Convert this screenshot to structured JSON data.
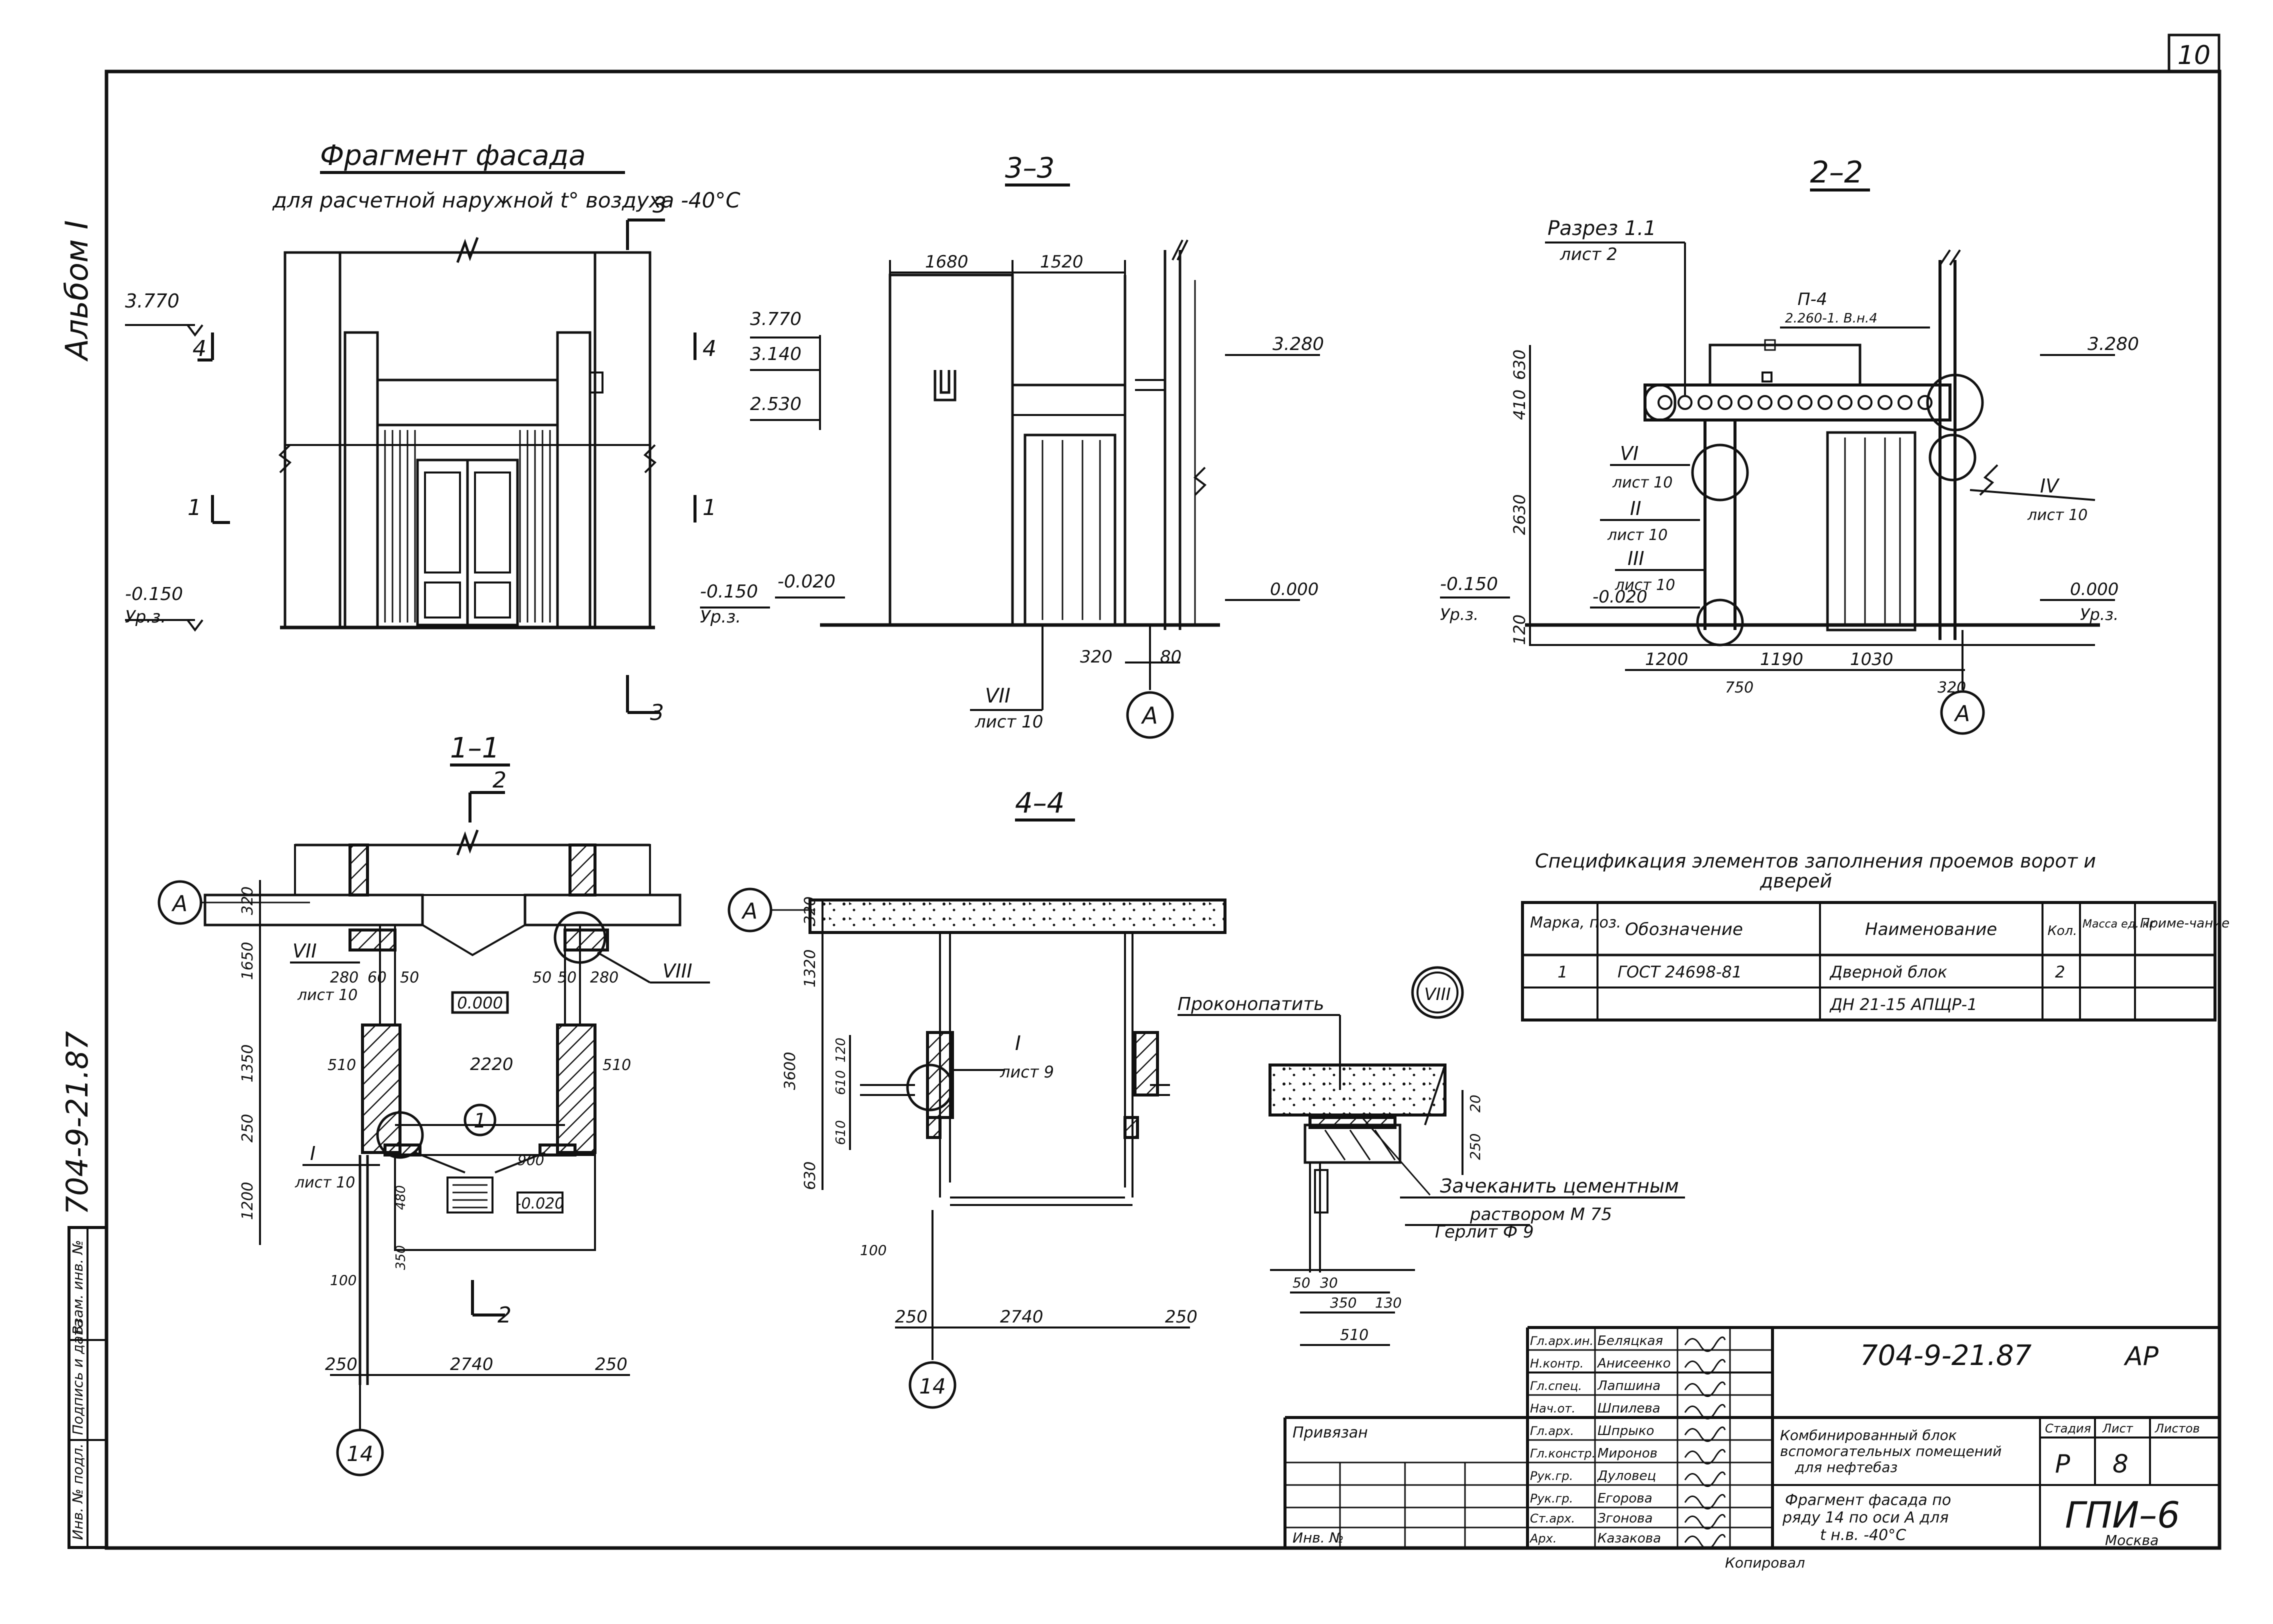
{
  "sheet": {
    "corner_number": "10",
    "album_label": "Альбом I",
    "side_code": "704-9-21.87",
    "side_stamp_labels": [
      "Инв. № подл.",
      "Подпись и дата",
      "Взам. инв. №"
    ]
  },
  "facade": {
    "title": "Фрагмент фасада",
    "subtitle": "для расчетной наружной t° воздуха -40°C",
    "marks": {
      "top": "3.770",
      "bottom": "-0.150",
      "ground": "Ур.з."
    },
    "section_refs": {
      "s3": "3",
      "s4": "4",
      "s1": "1"
    }
  },
  "section_3_3": {
    "title": "3–3",
    "dims": {
      "w1": "1680",
      "w2": "1520",
      "b1": "320",
      "b2": "80"
    },
    "marks": {
      "m1": "3.770",
      "m2": "3.140",
      "m3": "2.530",
      "m4": "-0.150",
      "m5": "-0.020",
      "ground": "Ур.з.",
      "right_top": "3.280",
      "right_bottom": "0.000"
    },
    "callout": {
      "num": "VII",
      "sheet": "лист 10"
    },
    "axis": "А"
  },
  "section_2_2": {
    "title": "2–2",
    "ref_title": "Разрез 1.1",
    "ref_sheet": "лист 2",
    "top_ref": "П-4",
    "top_ref_note": "2.260-1. В.н.4",
    "dims_vertical": {
      "a": "630",
      "b": "410",
      "c": "2630",
      "d": "120"
    },
    "dims_horizontal": {
      "a": "1200",
      "b": "1190",
      "c": "1030",
      "d": "750",
      "e": "320"
    },
    "marks": {
      "right_top": "3.280",
      "left": "-0.150",
      "left2": "-0.020",
      "right_bottom": "0.000",
      "ground": "Ур.з.",
      "right_ground": "Ур.з."
    },
    "callouts": [
      {
        "num": "VI",
        "sheet": "лист 10"
      },
      {
        "num": "II",
        "sheet": "лист 10"
      },
      {
        "num": "III",
        "sheet": "лист 10"
      },
      {
        "num": "IV",
        "sheet": "лист 10"
      }
    ],
    "axis": "А"
  },
  "section_1_1": {
    "title": "1–1",
    "section_ref": "2",
    "axis_a": "А",
    "axis_14": "14",
    "dims_vertical": {
      "a": "320",
      "b": "1650",
      "c": "1350",
      "d": "250",
      "e": "1200",
      "f": "100"
    },
    "dims_horizontal": {
      "a": "280",
      "b": "60",
      "c": "50",
      "d": "510",
      "e": "2220",
      "f": "510",
      "g": "50",
      "h": "50",
      "i": "280",
      "j": "900",
      "k": "480",
      "l": "350",
      "bottom_l": "250",
      "bottom_m": "2740",
      "bottom_r": "250"
    },
    "mark_center": "0.000",
    "mark_lower": "-0.020",
    "position": "1",
    "callouts": [
      {
        "num": "VII",
        "sheet": "лист 10"
      },
      {
        "num": "VIII",
        "sheet": ""
      },
      {
        "num": "I",
        "sheet": "лист 10"
      }
    ]
  },
  "section_4_4": {
    "title": "4–4",
    "axis_a": "А",
    "axis_14": "14",
    "dims_vertical": {
      "a": "320",
      "b": "1320",
      "c": "3600",
      "d": "120",
      "e": "610",
      "f": "610",
      "g": "630",
      "h": "100"
    },
    "dims_horizontal": {
      "l": "250",
      "m": "2740",
      "r": "250"
    },
    "callout": {
      "num": "I",
      "sheet": "лист 9"
    }
  },
  "node_8": {
    "label": "VIII",
    "note_top": "Проконопатить",
    "note_1": "Зачеканить цементным",
    "note_2": "раствором М 75",
    "note_3": "Герлит Ф 9",
    "dims": {
      "a": "20",
      "b": "250",
      "c": "50",
      "d": "30",
      "e": "350",
      "f": "130",
      "g": "510"
    }
  },
  "spec": {
    "title_l1": "Спецификация элементов заполнения проемов ворот и",
    "title_l2": "дверей",
    "headers": [
      "Марка, поз.",
      "Обозначение",
      "Наименование",
      "Кол.",
      "Масса ед. кг",
      "Приме-чание"
    ],
    "rows": [
      [
        "1",
        "ГОСТ 24698-81",
        "Дверной блок",
        "2",
        "",
        ""
      ],
      [
        "",
        "",
        "ДН 21-15 АПЩР-1",
        "",
        "",
        ""
      ]
    ]
  },
  "title_block": {
    "code": "704-9-21.87",
    "part": "АР",
    "object": [
      "Комбинированный блок",
      "вспомогательных помещений",
      "для нефтебаз"
    ],
    "drawing": [
      "Фрагмент фасада по",
      "ряду 14 по оси А для",
      "t н.в. -40°С"
    ],
    "stage_hdr": "Стадия",
    "sheet_hdr": "Лист",
    "sheets_hdr": "Листов",
    "stage": "Р",
    "sheet": "8",
    "org": "ГПИ–6",
    "city": "Москва",
    "linked": "Привязан",
    "inv": "Инв. №",
    "copied": "Копировал",
    "staff": [
      {
        "role": "Гл.арх.ин.",
        "name": "Беляцкая"
      },
      {
        "role": "Н.контр.",
        "name": "Анисеенко"
      },
      {
        "role": "Гл.спец.",
        "name": "Лапшина"
      },
      {
        "role": "Нач.от.",
        "name": "Шпилева"
      },
      {
        "role": "Гл.арх.",
        "name": "Шпрыко"
      },
      {
        "role": "Гл.констр.",
        "name": "Миронов"
      },
      {
        "role": "Рук.гр.",
        "name": "Дуловец"
      },
      {
        "role": "Рук.гр.",
        "name": "Егорова"
      },
      {
        "role": "Ст.арх.",
        "name": "Згонова"
      },
      {
        "role": "Арх.",
        "name": "Казакова"
      }
    ]
  }
}
